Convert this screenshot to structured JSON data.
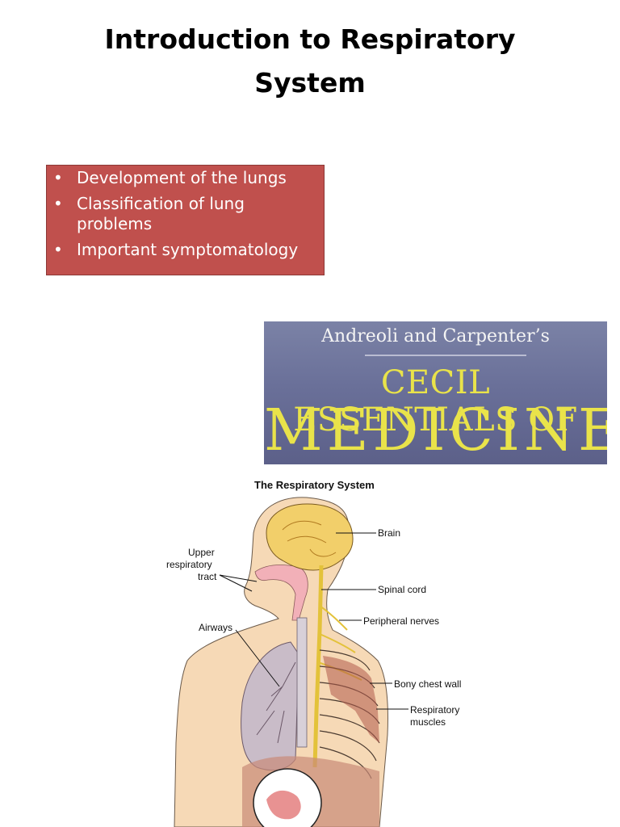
{
  "slide": {
    "title_line1": "Introduction to Respiratory",
    "title_line2": "System"
  },
  "topics": {
    "items": [
      {
        "label": "Development of the lungs"
      },
      {
        "label": "Classification of lung problems"
      },
      {
        "label": "Important symptomatology"
      }
    ],
    "box_color": "#c0504d"
  },
  "book_cover": {
    "authors": "Andreoli and Carpenter’s",
    "title_line1": "CECIL ESSENTIALS OF",
    "title_line2": "MEDICINE",
    "text_color": "#e9e34a"
  },
  "diagram": {
    "title": "The Respiratory System",
    "labels": {
      "brain": "Brain",
      "upper_tract_1": "Upper",
      "upper_tract_2": "respiratory",
      "upper_tract_3": "tract",
      "spinal_cord": "Spinal cord",
      "airways": "Airways",
      "peripheral_nerves": "Peripheral nerves",
      "chest_wall": "Bony chest wall",
      "muscles_1": "Respiratory",
      "muscles_2": "muscles"
    }
  }
}
